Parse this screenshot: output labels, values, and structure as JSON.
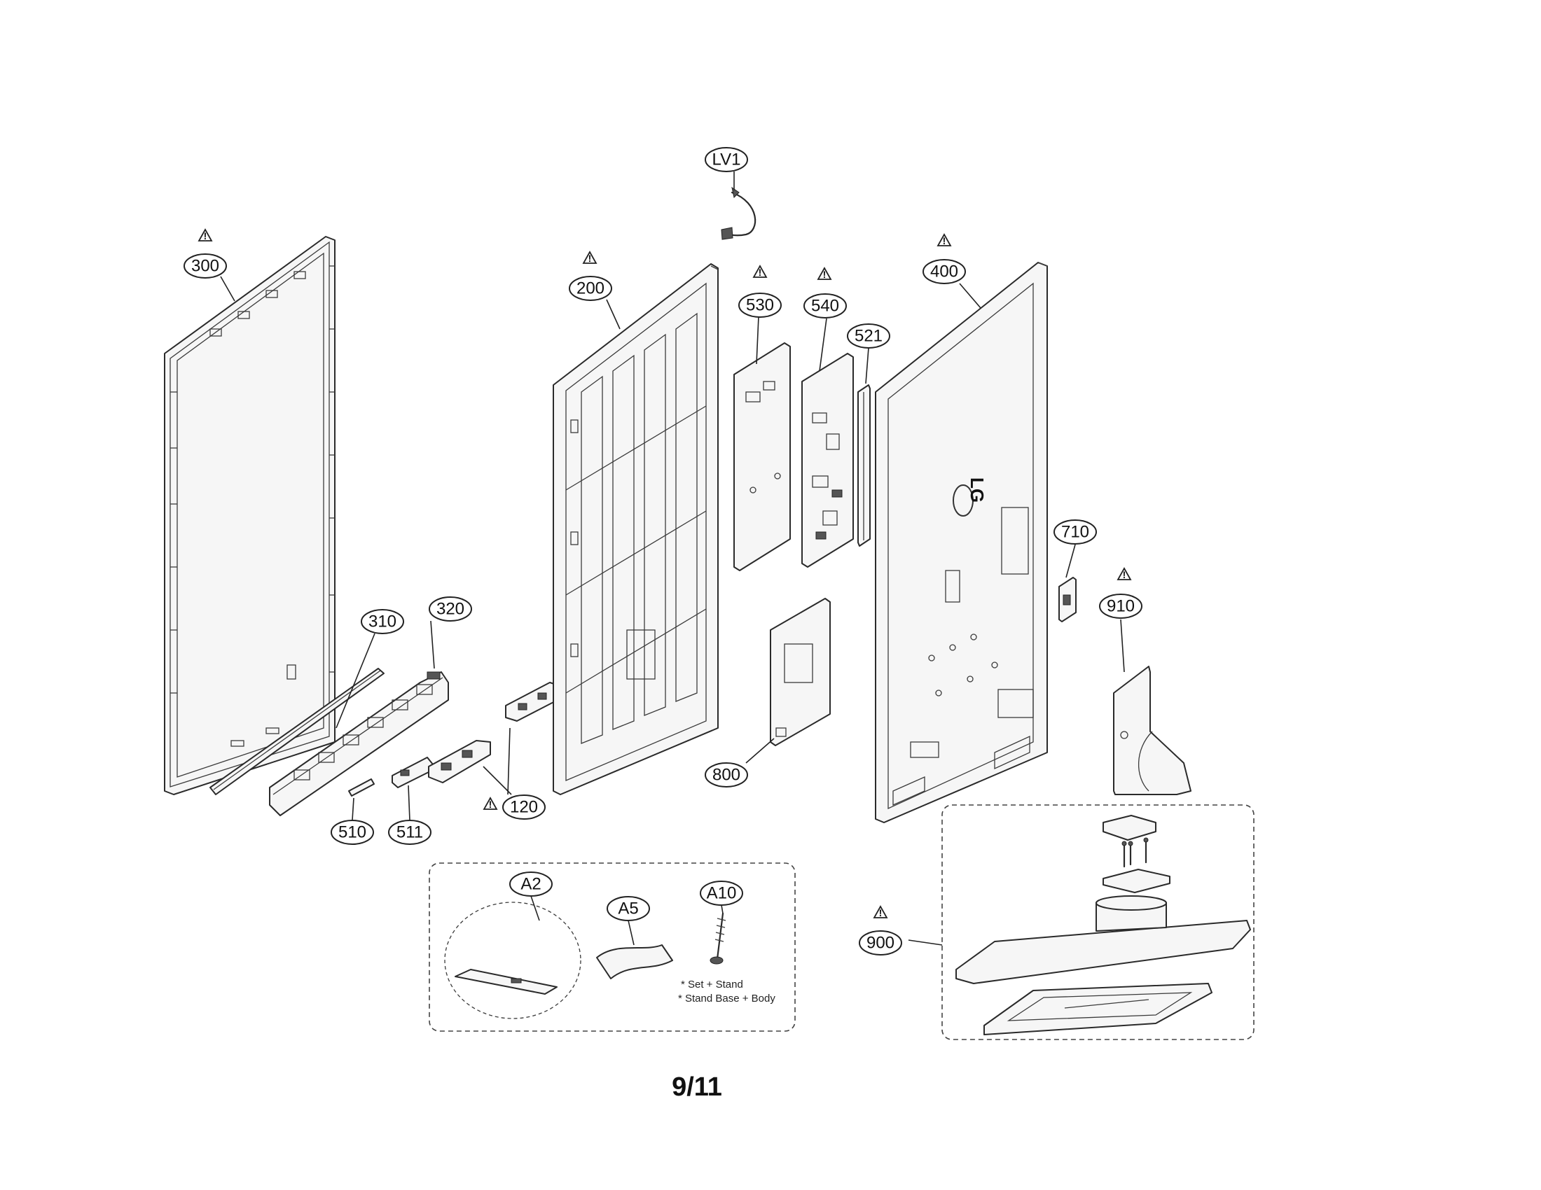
{
  "callouts": {
    "lv1": "LV1",
    "p300": "300",
    "p200": "200",
    "p530": "530",
    "p540": "540",
    "p521": "521",
    "p400": "400",
    "p710": "710",
    "p910": "910",
    "p310": "310",
    "p320": "320",
    "p120": "120",
    "p510": "510",
    "p511": "511",
    "p800": "800",
    "p900": "900",
    "a2": "A2",
    "a5": "A5",
    "a10": "A10"
  },
  "notes": {
    "line1": "* Set + Stand",
    "line2": "* Stand Base + Body"
  },
  "back_cover_logo": "LG",
  "warning_symbol": "warning-triangle-icon",
  "page_number": "9/11"
}
